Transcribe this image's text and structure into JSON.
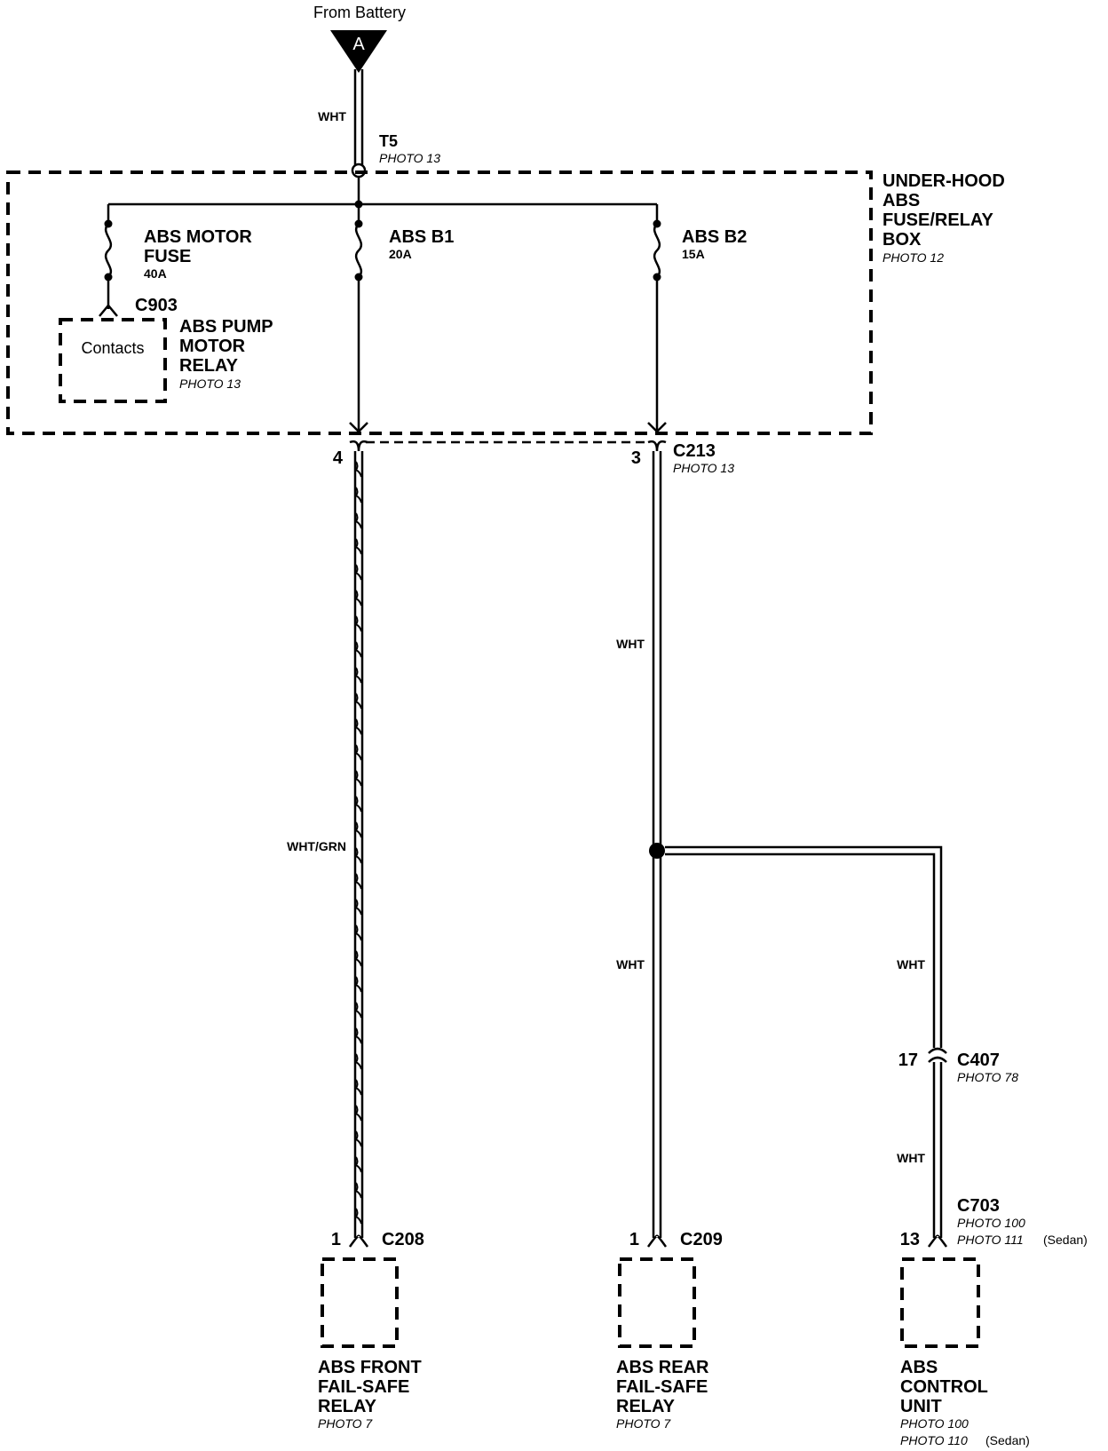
{
  "source": {
    "top_label": "From Battery",
    "terminal": "A"
  },
  "wires": {
    "battery_wire": "WHT",
    "front_wire": "WHT/GRN",
    "rear_upper_wire": "WHT",
    "rear_lower_wire": "WHT",
    "ctrl_upper_wire": "WHT",
    "ctrl_lower_wire": "WHT"
  },
  "t5": {
    "name": "T5",
    "photo": "PHOTO 13"
  },
  "fuse_box": {
    "title_lines": [
      "UNDER-HOOD",
      "ABS",
      "FUSE/RELAY",
      "BOX"
    ],
    "photo": "PHOTO 12"
  },
  "fuses": [
    {
      "name_lines": [
        "ABS MOTOR",
        "FUSE"
      ],
      "rating": "40A"
    },
    {
      "name_lines": [
        "ABS B1"
      ],
      "rating": "20A"
    },
    {
      "name_lines": [
        "ABS B2"
      ],
      "rating": "15A"
    }
  ],
  "relay": {
    "connector": "C903",
    "contacts_label": "Contacts",
    "name_lines": [
      "ABS PUMP",
      "MOTOR",
      "RELAY"
    ],
    "photo": "PHOTO 13"
  },
  "c213": {
    "name": "C213",
    "photo": "PHOTO 13",
    "pin_left": "4",
    "pin_right": "3"
  },
  "c407": {
    "name": "C407",
    "photo": "PHOTO 78",
    "pin": "17"
  },
  "c703": {
    "name": "C703",
    "photo1": "PHOTO 100",
    "photo2": "PHOTO 111",
    "photo2_note": "(Sedan)"
  },
  "components": [
    {
      "pin": "1",
      "connector": "C208",
      "name_lines": [
        "ABS FRONT",
        "FAIL-SAFE",
        "RELAY"
      ],
      "photo": "PHOTO 7"
    },
    {
      "pin": "1",
      "connector": "C209",
      "name_lines": [
        "ABS REAR",
        "FAIL-SAFE",
        "RELAY"
      ],
      "photo": "PHOTO 7"
    },
    {
      "pin": "13",
      "connector": "",
      "name_lines": [
        "ABS",
        "CONTROL",
        "UNIT"
      ],
      "photo": "PHOTO 100",
      "photo2": "PHOTO 110",
      "photo2_note": "(Sedan)"
    }
  ]
}
